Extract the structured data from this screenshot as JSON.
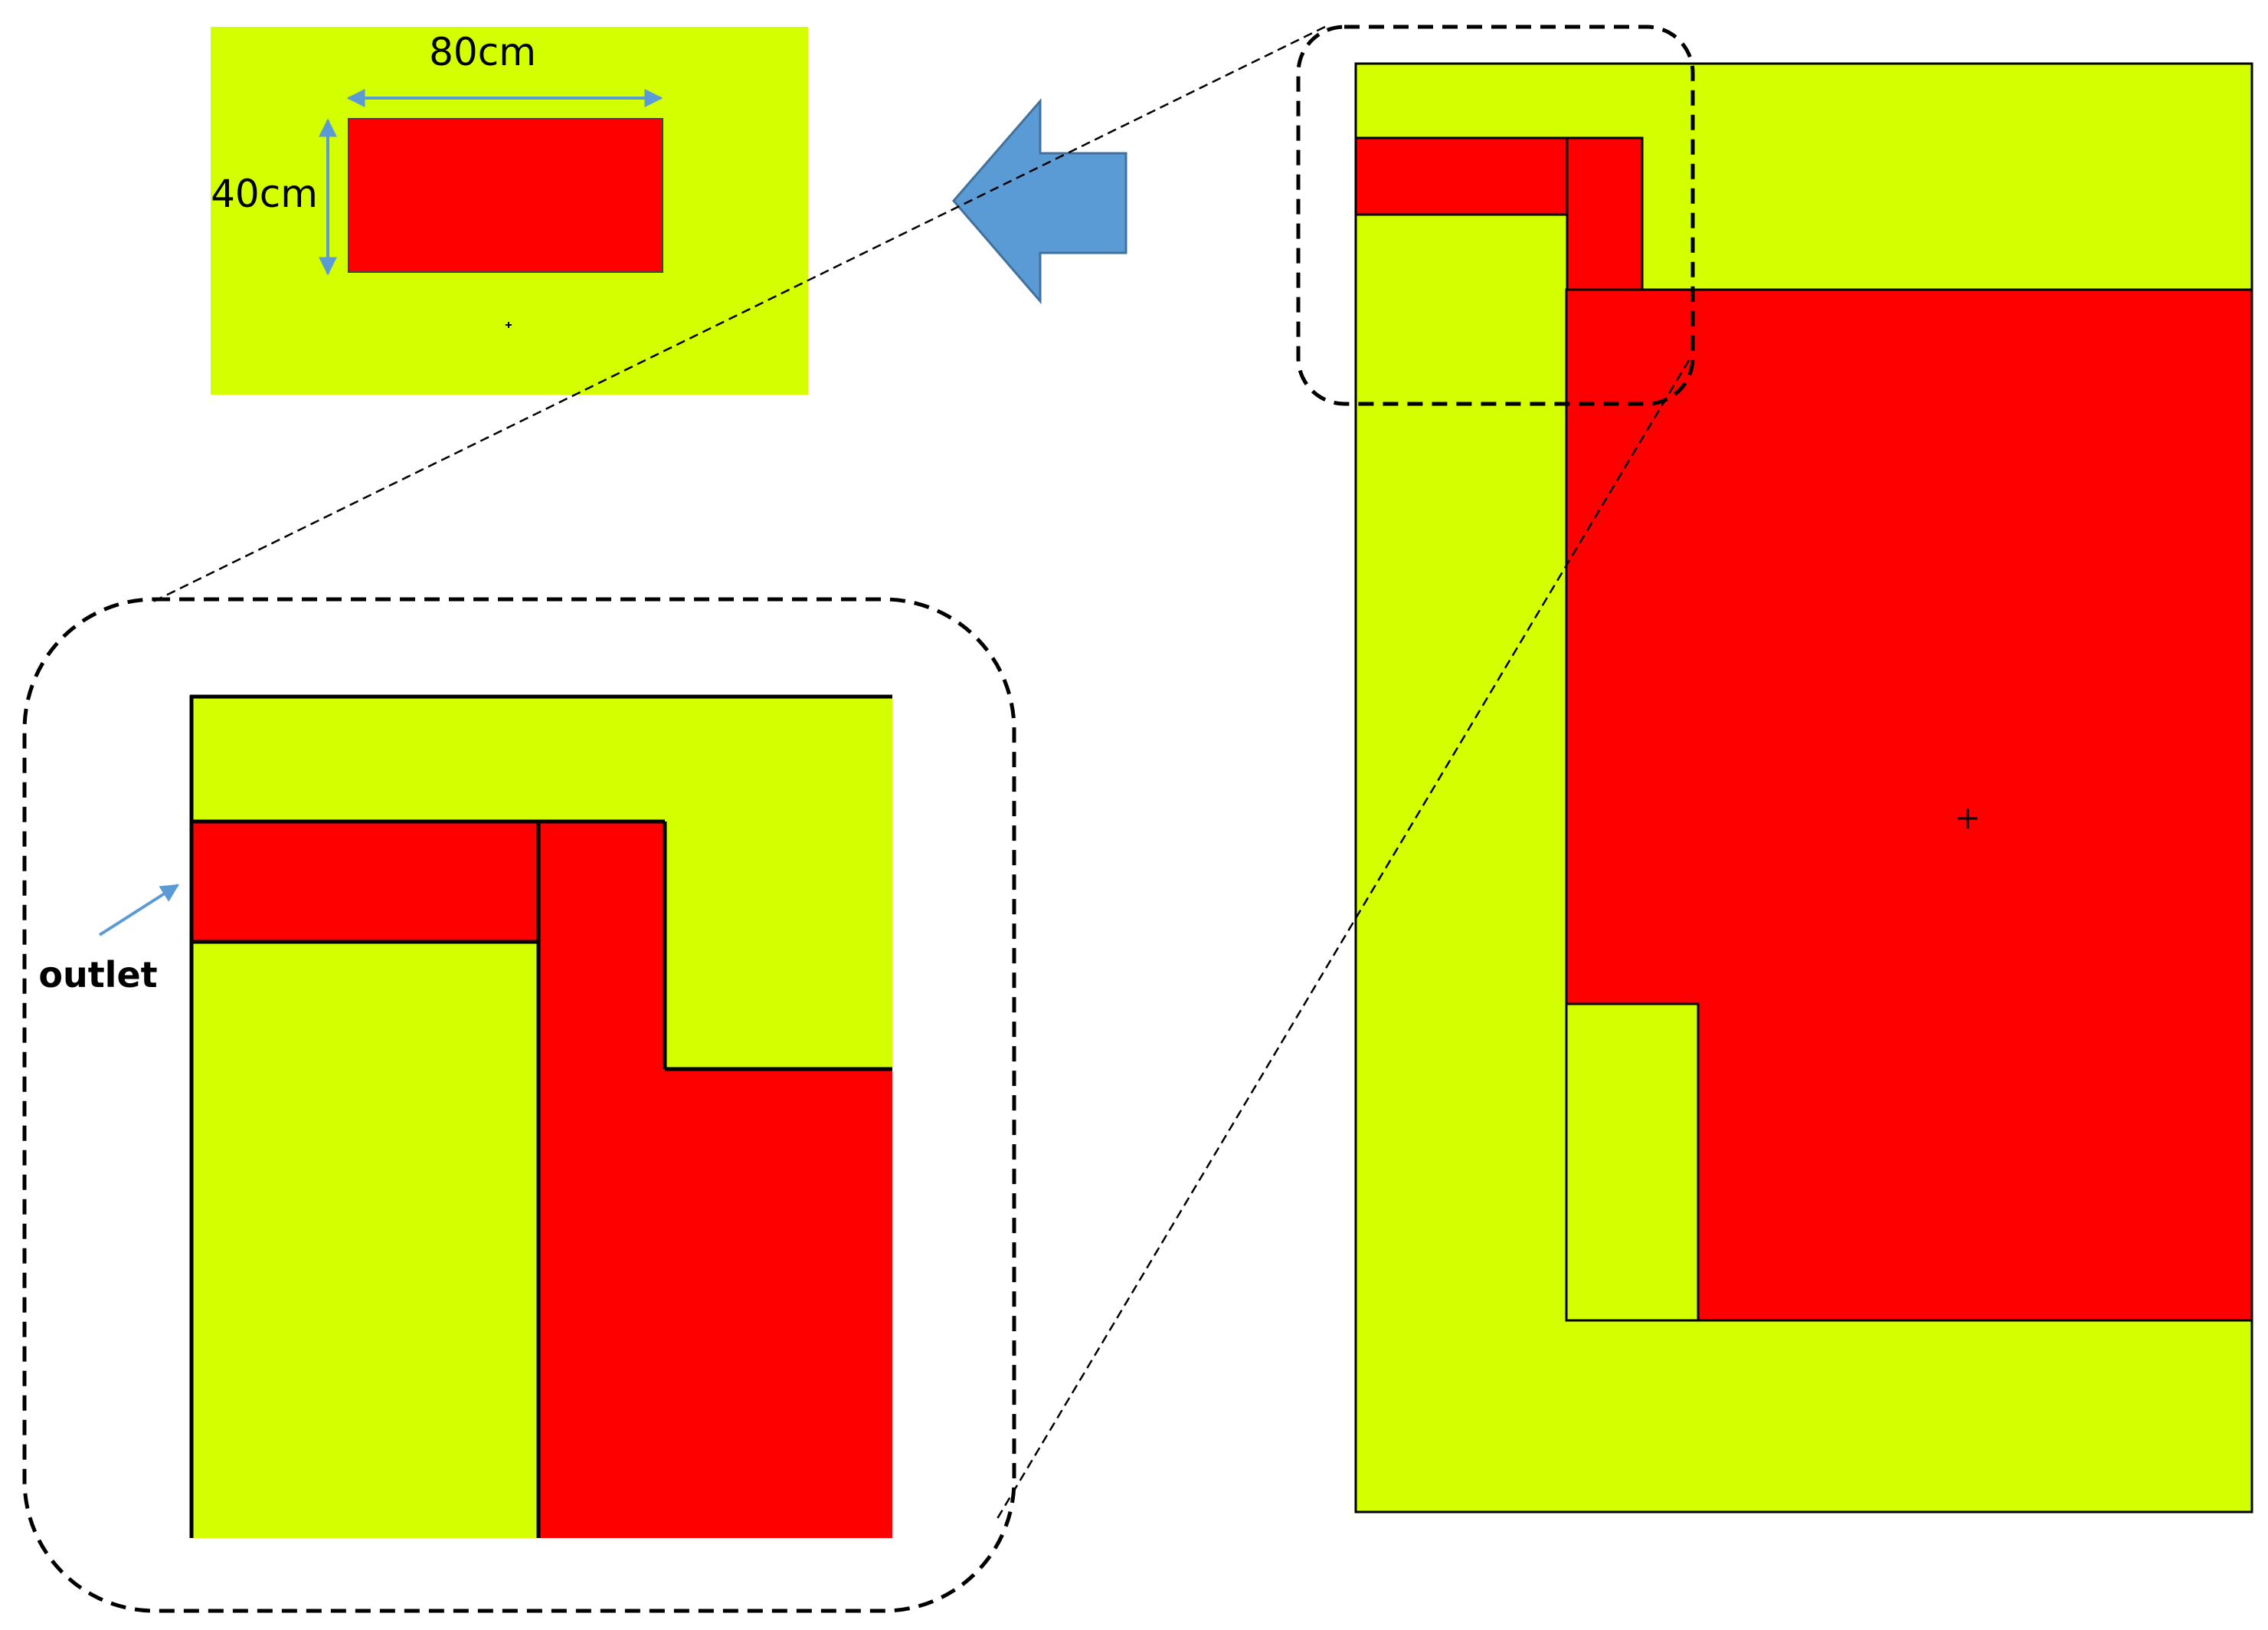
{
  "colors": {
    "domain": "#d4ff00",
    "region": "#ff0000",
    "arrow": "#5b9bd5",
    "outline": "#000000",
    "background": "#ffffff"
  },
  "overview": {
    "width_label": "80cm",
    "height_label": "40cm"
  },
  "detail": {
    "outlet_label": "outlet"
  },
  "icons": {
    "direction": "left-arrow-icon",
    "center_marker": "crosshair-icon"
  }
}
